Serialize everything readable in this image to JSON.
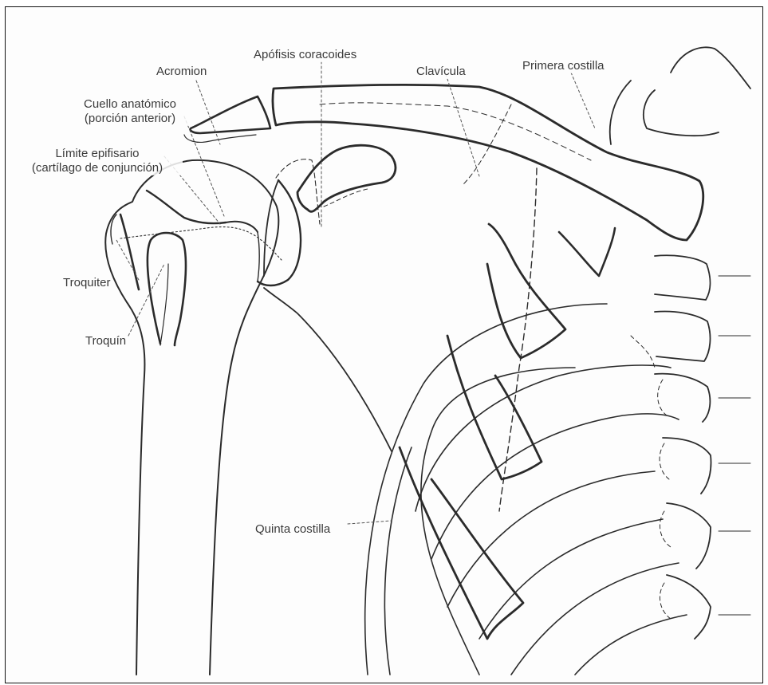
{
  "labels": {
    "acromion": "Acromion",
    "apofisis": "Apófisis coracoides",
    "clavicula": "Clavícula",
    "primera": "Primera costilla",
    "cuello_1": "Cuello anatómico",
    "cuello_2": "(porción anterior)",
    "limite_1": "Límite epifisario",
    "limite_2": "(cartílago de conjunción)",
    "troquiter": "Troquiter",
    "troquin": "Troquín",
    "quinta": "Quinta costilla"
  },
  "colors": {
    "line": "#2b2b2b",
    "leader": "#555555",
    "frame": "#111111"
  }
}
